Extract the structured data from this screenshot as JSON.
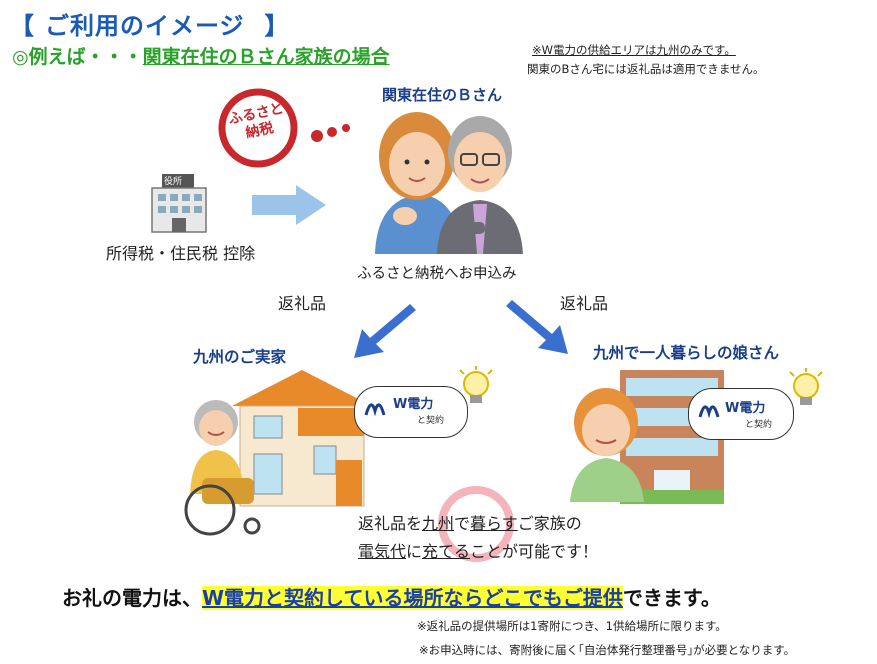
{
  "header": {
    "title_open": "【",
    "title_text": "ご利用のイメージ",
    "title_close": "】",
    "example_prefix": "◎例えば・・・",
    "example_underlined": "関東在住のＢさん家族の場合"
  },
  "notes": {
    "area_note": "※W電力の供給エリアは九州のみです。",
    "kanto_note": "関東のBさん宅には返礼品は適用できません。"
  },
  "illustration": {
    "furusato_stamp": "ふるさと納税",
    "city_hall_sign": "役所",
    "b_family_label": "関東在住のＢさん",
    "tax_deduction": "所得税・住民税 控除",
    "apply_text": "ふるさと納税へお申込み",
    "return_gift_left": "返礼品",
    "return_gift_right": "返礼品",
    "parents_home": "九州のご実家",
    "daughter": "九州で一人暮らしの娘さん",
    "bubble_brand": "W電力",
    "bubble_sub": "と契約"
  },
  "message": {
    "line1_a": "返礼品を",
    "line1_b": "九州",
    "line1_c": "で",
    "line1_d": "暮らす",
    "line1_e": "ご家族の",
    "line2_a": "電気代",
    "line2_b": "に",
    "line2_c": "充てる",
    "line2_d": "ことが可能です！"
  },
  "bottom": {
    "before": "お礼の電力は、",
    "highlight": "W電力と契約している場所ならどこでもご提供",
    "after": "できます。"
  },
  "footnotes": {
    "fn1": "※返礼品の提供場所は1寄附につき、1供給場所に限ります。",
    "fn2": "※お申込時には、寄附後に届く｢自治体発行整理番号｣が必要となります。"
  },
  "colors": {
    "title_blue": "#1a5bb5",
    "green": "#2aa22a",
    "navy": "#1a3f8a",
    "highlight_yellow": "#ffff33",
    "arrow_blue": "#3a6fd0"
  }
}
